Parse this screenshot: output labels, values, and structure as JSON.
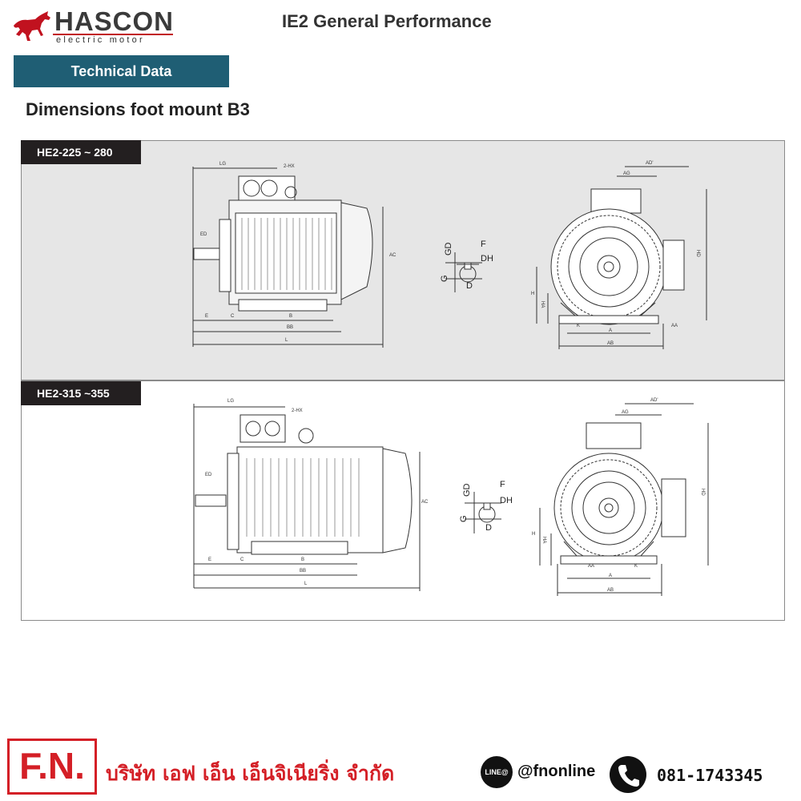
{
  "header": {
    "brand_name": "HASCON",
    "brand_subtitle": "electric motor",
    "doc_title": "IE2 General Performance",
    "banner": "Technical Data",
    "logo_icon": "horse-icon",
    "accent_color": "#1f5e74",
    "brand_color": "#c1121f"
  },
  "section_title": "Dimensions foot mount B3",
  "panels": [
    {
      "tag": "HE2-225 ~ 280",
      "side_labels": {
        "lg": "LG",
        "hx": "2-HX",
        "ed": "ED",
        "ac": "AC",
        "e": "E",
        "c": "C",
        "b": "B",
        "bb": "BB",
        "l": "L"
      },
      "detail_labels": {
        "gd": "GD",
        "f": "F",
        "dh": "DH",
        "g": "G",
        "d": "D"
      },
      "front_labels": {
        "ad": "AD'",
        "ag": "AG",
        "hd": "HD",
        "h": "H",
        "ha": "HA",
        "k": "K",
        "aa": "AA",
        "a": "A",
        "ab": "AB"
      }
    },
    {
      "tag": "HE2-315 ~355",
      "side_labels": {
        "lg": "LG",
        "hx": "2-HX",
        "ed": "ED",
        "ac": "AC",
        "e": "E",
        "c": "C",
        "b": "B",
        "bb": "BB",
        "l": "L"
      },
      "detail_labels": {
        "gd": "GD",
        "f": "F",
        "dh": "DH",
        "g": "G",
        "d": "D"
      },
      "front_labels": {
        "ad": "AD'",
        "ag": "AG",
        "hd": "HD",
        "h": "H",
        "ha": "HA",
        "k": "K",
        "aa": "AA",
        "a": "A",
        "ab": "AB"
      }
    }
  ],
  "footer": {
    "logo": "F.N.",
    "company": "บริษัท เอฟ เอ็น เอ็นจิเนียริ่ง จำกัด",
    "line_badge": "LINE@",
    "line_handle": "@fnonline",
    "phone": "081-1743345",
    "phone_icon": "phone-icon",
    "footer_color": "#d41f26"
  }
}
